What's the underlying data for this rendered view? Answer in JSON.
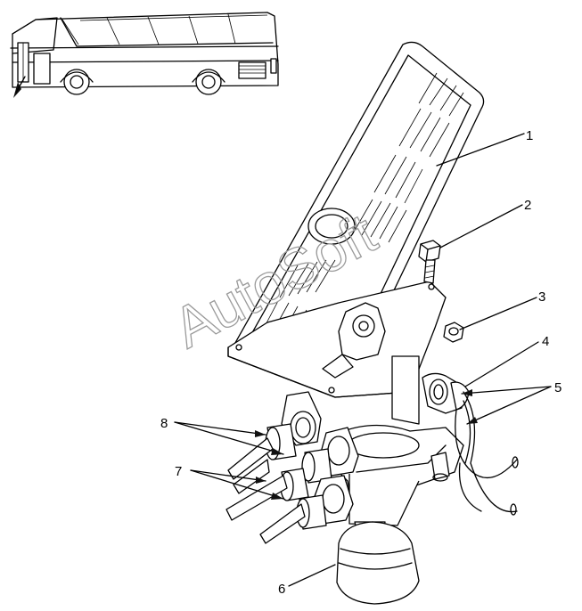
{
  "diagram": {
    "callouts": [
      {
        "id": "1",
        "text": "1"
      },
      {
        "id": "2",
        "text": "2"
      },
      {
        "id": "3",
        "text": "3"
      },
      {
        "id": "4",
        "text": "4"
      },
      {
        "id": "5",
        "text": "5"
      },
      {
        "id": "6",
        "text": "6"
      },
      {
        "id": "7",
        "text": "7"
      },
      {
        "id": "8",
        "text": "8"
      }
    ],
    "watermark": "AutoSoft"
  }
}
